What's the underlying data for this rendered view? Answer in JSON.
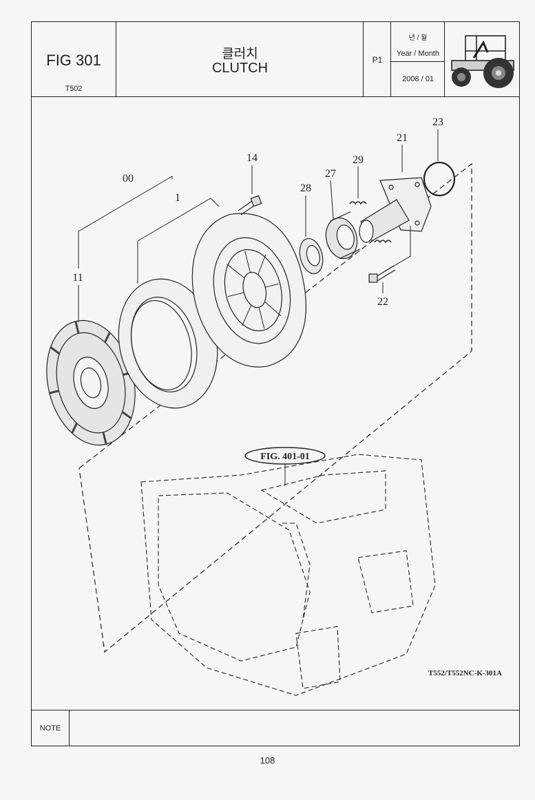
{
  "header": {
    "fig_number": "FIG 301",
    "model": "T502",
    "title_korean": "클러치",
    "title_english": "CLUTCH",
    "page_code": "P1",
    "date_label_korean": "년 / 월",
    "date_label_english": "Year / Month",
    "date_value": "2008 / 01",
    "tractor_icon": "tractor-icon"
  },
  "diagram": {
    "callouts": [
      "00",
      "1",
      "11",
      "14",
      "28",
      "27",
      "29",
      "21",
      "23",
      "22"
    ],
    "reference_figure": "FIG. 401-01",
    "drawing_code": "T552/T552NC-K-301A"
  },
  "footer": {
    "note_label": "NOTE",
    "note_text": "",
    "page_number": "108"
  }
}
